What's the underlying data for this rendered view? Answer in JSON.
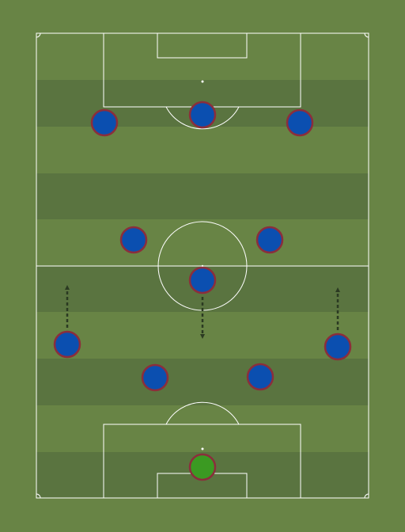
{
  "pitch": {
    "colors": {
      "background": "#688445",
      "stripe_dark": "#5a7440",
      "line": "#ffffff",
      "outfield_fill": "#0b4fb0",
      "goalkeeper_fill": "#3b9a22",
      "player_ring": "#8b2e3c",
      "arrow": "#2b3a22"
    }
  },
  "players": [
    {
      "role": "forward-left",
      "kind": "outfield"
    },
    {
      "role": "forward-center",
      "kind": "outfield"
    },
    {
      "role": "forward-right",
      "kind": "outfield"
    },
    {
      "role": "attacking-mid-left",
      "kind": "outfield"
    },
    {
      "role": "attacking-mid-right",
      "kind": "outfield"
    },
    {
      "role": "defensive-mid",
      "kind": "outfield",
      "movement": "down"
    },
    {
      "role": "wing-back-left",
      "kind": "outfield",
      "movement": "up"
    },
    {
      "role": "wing-back-right",
      "kind": "outfield",
      "movement": "up"
    },
    {
      "role": "center-back-left",
      "kind": "outfield"
    },
    {
      "role": "center-back-right",
      "kind": "outfield"
    },
    {
      "role": "goalkeeper",
      "kind": "goalkeeper"
    }
  ]
}
